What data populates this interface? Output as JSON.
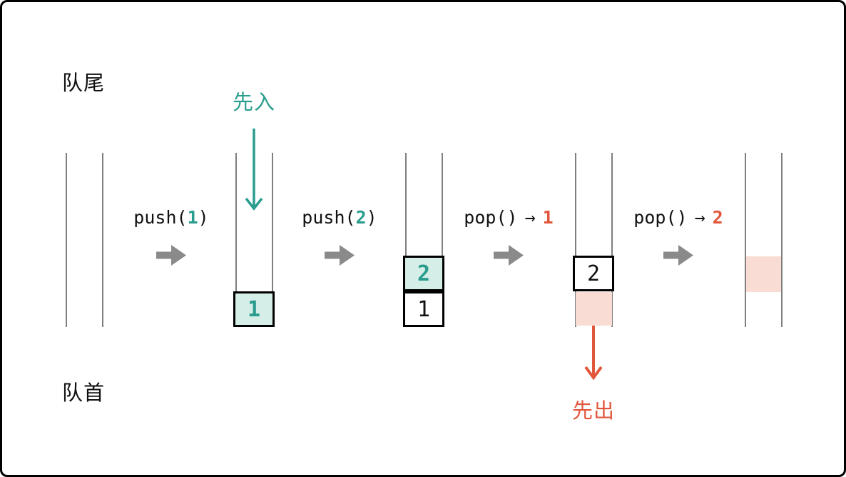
{
  "labels": {
    "rear": "队尾",
    "front": "队首",
    "first_in": "先入",
    "first_out": "先出"
  },
  "steps": [
    {
      "pre": "push(",
      "val": "1",
      "post": ")"
    },
    {
      "pre": "push(",
      "val": "2",
      "post": ")"
    },
    {
      "pre": "pop()",
      "arrow": "→",
      "val": "1"
    },
    {
      "pre": "pop()",
      "arrow": "→",
      "val": "2"
    }
  ],
  "queues": [
    {
      "cells": []
    },
    {
      "cells": [
        {
          "value": "1",
          "style": "new"
        }
      ]
    },
    {
      "cells": [
        {
          "value": "2",
          "style": "new"
        },
        {
          "value": "1",
          "style": "plain"
        }
      ]
    },
    {
      "cells": [
        {
          "value": "2",
          "style": "plain"
        },
        {
          "value": "",
          "style": "removed-ghost"
        }
      ]
    },
    {
      "cells": [
        {
          "value": "",
          "style": "removed-ghost"
        }
      ]
    }
  ],
  "icons": {
    "step_arrow": "right-block-arrow",
    "first_in_arrow": "down-arrow",
    "first_out_arrow": "down-arrow"
  },
  "colors": {
    "teal": "#2a9d8f",
    "teal_fill": "#d5eee7",
    "orange": "#e1573c",
    "pink_fill": "#f9ddd5",
    "arrow_gray": "#8a8a8a",
    "tube_line": "#7f7f7f",
    "text": "#111111"
  }
}
